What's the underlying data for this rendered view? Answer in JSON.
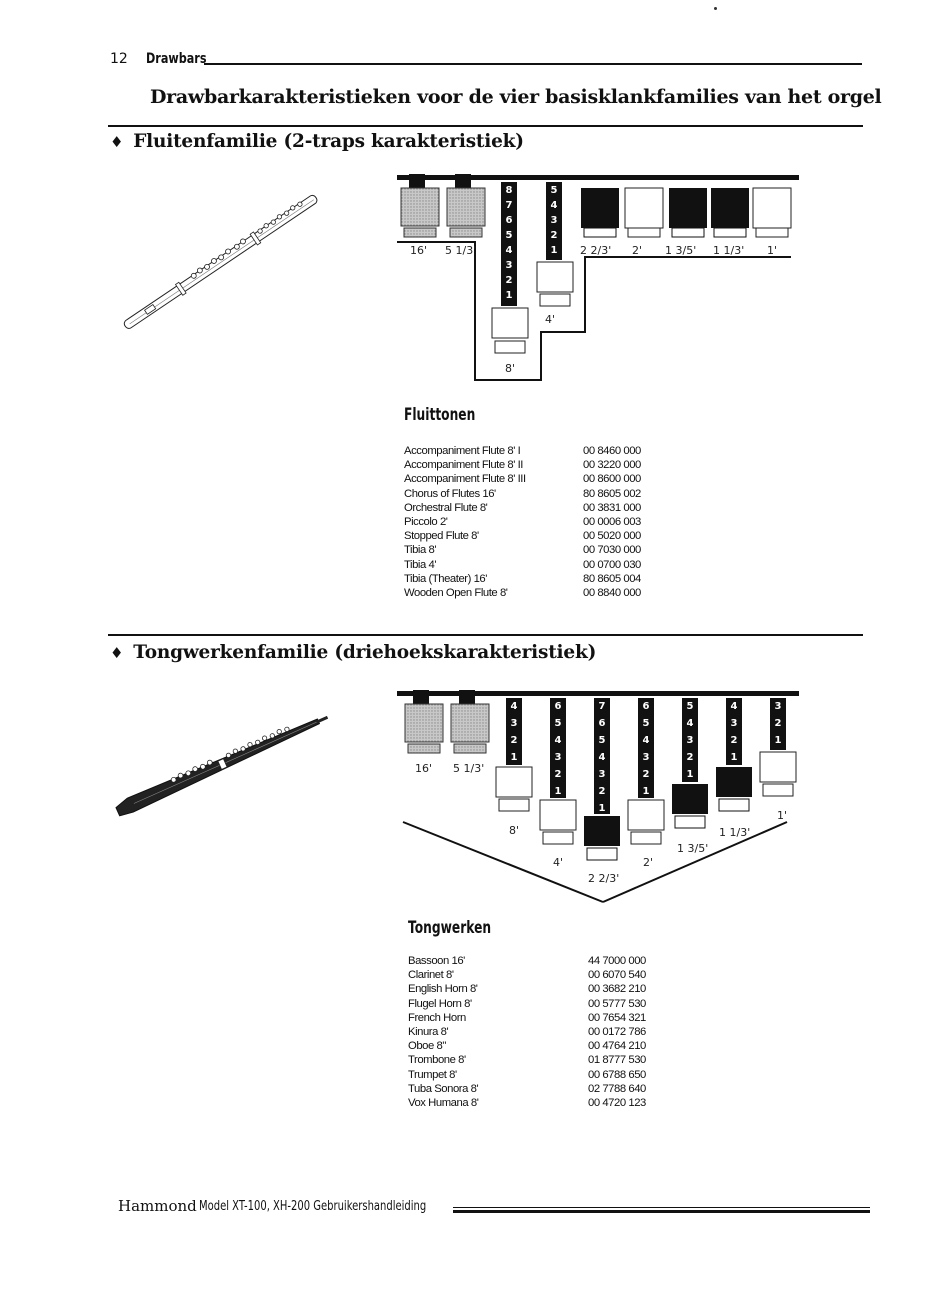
{
  "header": {
    "page_number": "12",
    "section": "Drawbars"
  },
  "main_title": "Drawbarkarakteristieken voor de vier basisklankfamilies van het orgel",
  "flute_section": {
    "heading": "Fluitenfamilie (2-traps karakteristiek)",
    "diagram_labels": [
      "16'",
      "5 1/3'",
      "8'",
      "4'",
      "2 2/3'",
      "2'",
      "1 3/5'",
      "1 1/3'",
      "1'"
    ],
    "list_title": "Fluittonen",
    "presets": [
      {
        "name": "Accompaniment Flute 8' I",
        "code": "00 8460 000"
      },
      {
        "name": "Accompaniment Flute 8' II",
        "code": "00 3220 000"
      },
      {
        "name": "Accompaniment Flute 8' III",
        "code": "00 8600 000"
      },
      {
        "name": "Chorus of Flutes 16'",
        "code": "80 8605 002"
      },
      {
        "name": "Orchestral Flute 8'",
        "code": "00 3831 000"
      },
      {
        "name": "Piccolo 2'",
        "code": "00 0006 003"
      },
      {
        "name": "Stopped Flute 8'",
        "code": "00 5020 000"
      },
      {
        "name": "Tibia 8'",
        "code": "00 7030 000"
      },
      {
        "name": "Tibia 4'",
        "code": "00 0700 030"
      },
      {
        "name": "Tibia (Theater) 16'",
        "code": "80 8605 004"
      },
      {
        "name": "Wooden Open Flute 8'",
        "code": "00 8840 000"
      }
    ]
  },
  "reed_section": {
    "heading": "Tongwerkenfamilie (driehoekskarakteristiek)",
    "diagram_labels": [
      "16'",
      "5 1/3'",
      "8'",
      "4'",
      "2 2/3'",
      "2'",
      "1 3/5'",
      "1 1/3'",
      "1'"
    ],
    "list_title": "Tongwerken",
    "presets": [
      {
        "name": "Bassoon 16'",
        "code": "44 7000 000"
      },
      {
        "name": "Clarinet 8'",
        "code": "00 6070 540"
      },
      {
        "name": "English Horn 8'",
        "code": "00 3682 210"
      },
      {
        "name": "Flugel Horn 8'",
        "code": "00 5777 530"
      },
      {
        "name": "French Horn",
        "code": "00 7654 321"
      },
      {
        "name": "Kinura 8'",
        "code": "00 0172 786"
      },
      {
        "name": "Oboe 8\"",
        "code": "00 4764 210"
      },
      {
        "name": "Trombone 8'",
        "code": "01 8777 530"
      },
      {
        "name": "Trumpet 8'",
        "code": "00 6788 650"
      },
      {
        "name": "Tuba Sonora 8'",
        "code": "02 7788 640"
      },
      {
        "name": "Vox Humana 8'",
        "code": "00 4720 123"
      }
    ]
  },
  "footer": {
    "brand": "Hammond",
    "model": "Model XT-100, XH-200 Gebruikershandleiding"
  }
}
